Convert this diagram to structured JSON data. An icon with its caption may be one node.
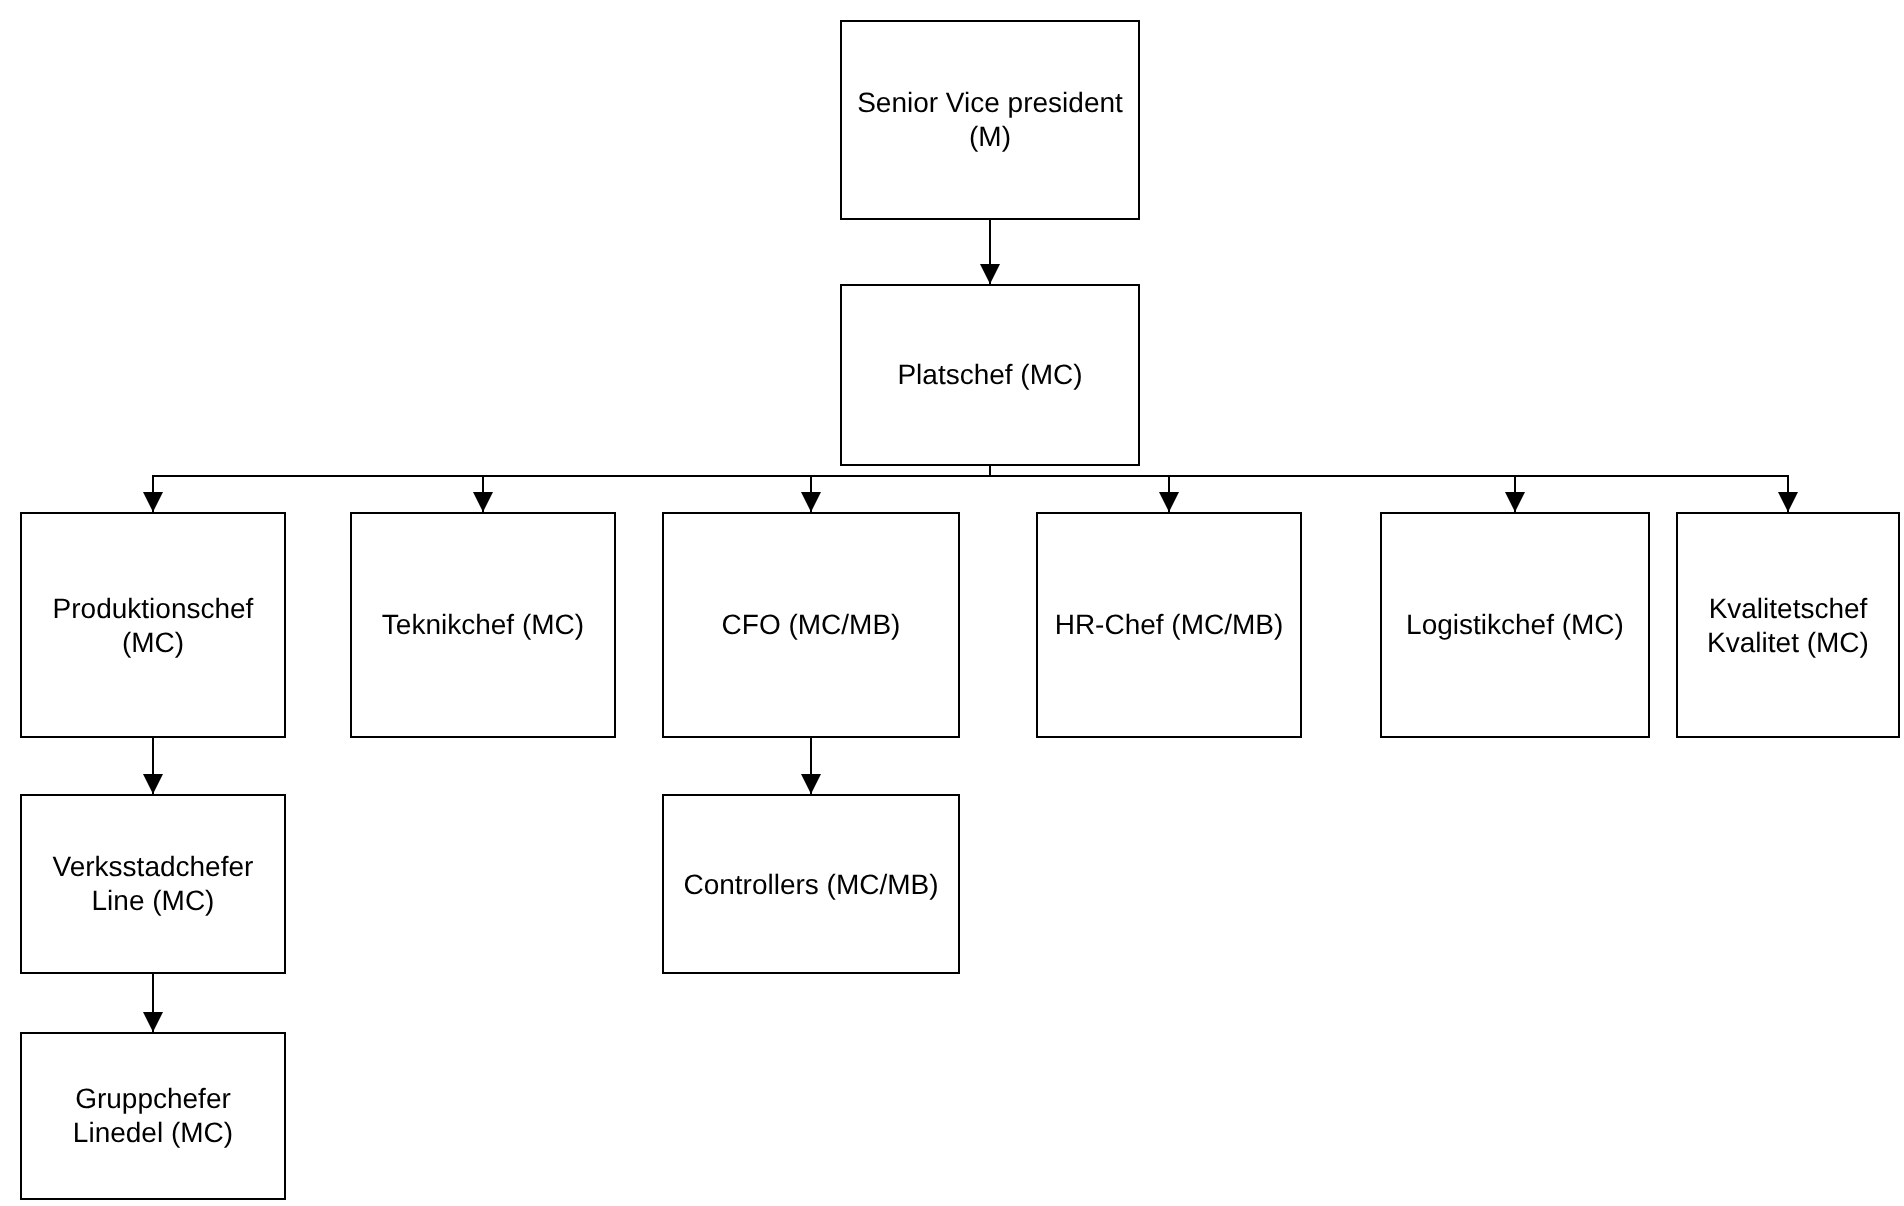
{
  "diagram": {
    "nodes": [
      {
        "text": [
          "Senior Vice president (M)"
        ]
      },
      {
        "text": [
          "Platschef (MC)"
        ]
      },
      {
        "text": [
          "Produktionschef (MC)"
        ]
      },
      {
        "text": [
          "Teknikchef (MC)"
        ]
      },
      {
        "text": [
          "CFO (MC/MB)"
        ]
      },
      {
        "text": [
          "HR-Chef (MC/MB)"
        ]
      },
      {
        "text": [
          "Logistikchef (MC)"
        ]
      },
      {
        "text": [
          "Kvalitetschef Kvalitet (MC)"
        ]
      },
      {
        "text": [
          "Verksstadchefer Line (MC)"
        ]
      },
      {
        "text": [
          "Controllers (MC/MB)"
        ]
      },
      {
        "text": [
          "Gruppchefer Linedel (MC)"
        ]
      }
    ],
    "edges": [
      {
        "from": 0,
        "to": 1,
        "arrow": "to"
      },
      {
        "from": 1,
        "to": 2,
        "arrow": "to"
      },
      {
        "from": 1,
        "to": 3,
        "arrow": "to"
      },
      {
        "from": 1,
        "to": 4,
        "arrow": "to"
      },
      {
        "from": 1,
        "to": 5,
        "arrow": "to"
      },
      {
        "from": 1,
        "to": 6,
        "arrow": "to"
      },
      {
        "from": 1,
        "to": 7,
        "arrow": "to"
      },
      {
        "from": 2,
        "to": 8,
        "arrow": "to"
      },
      {
        "from": 4,
        "to": 9,
        "arrow": "to"
      },
      {
        "from": 8,
        "to": 10,
        "arrow": "to"
      }
    ]
  }
}
